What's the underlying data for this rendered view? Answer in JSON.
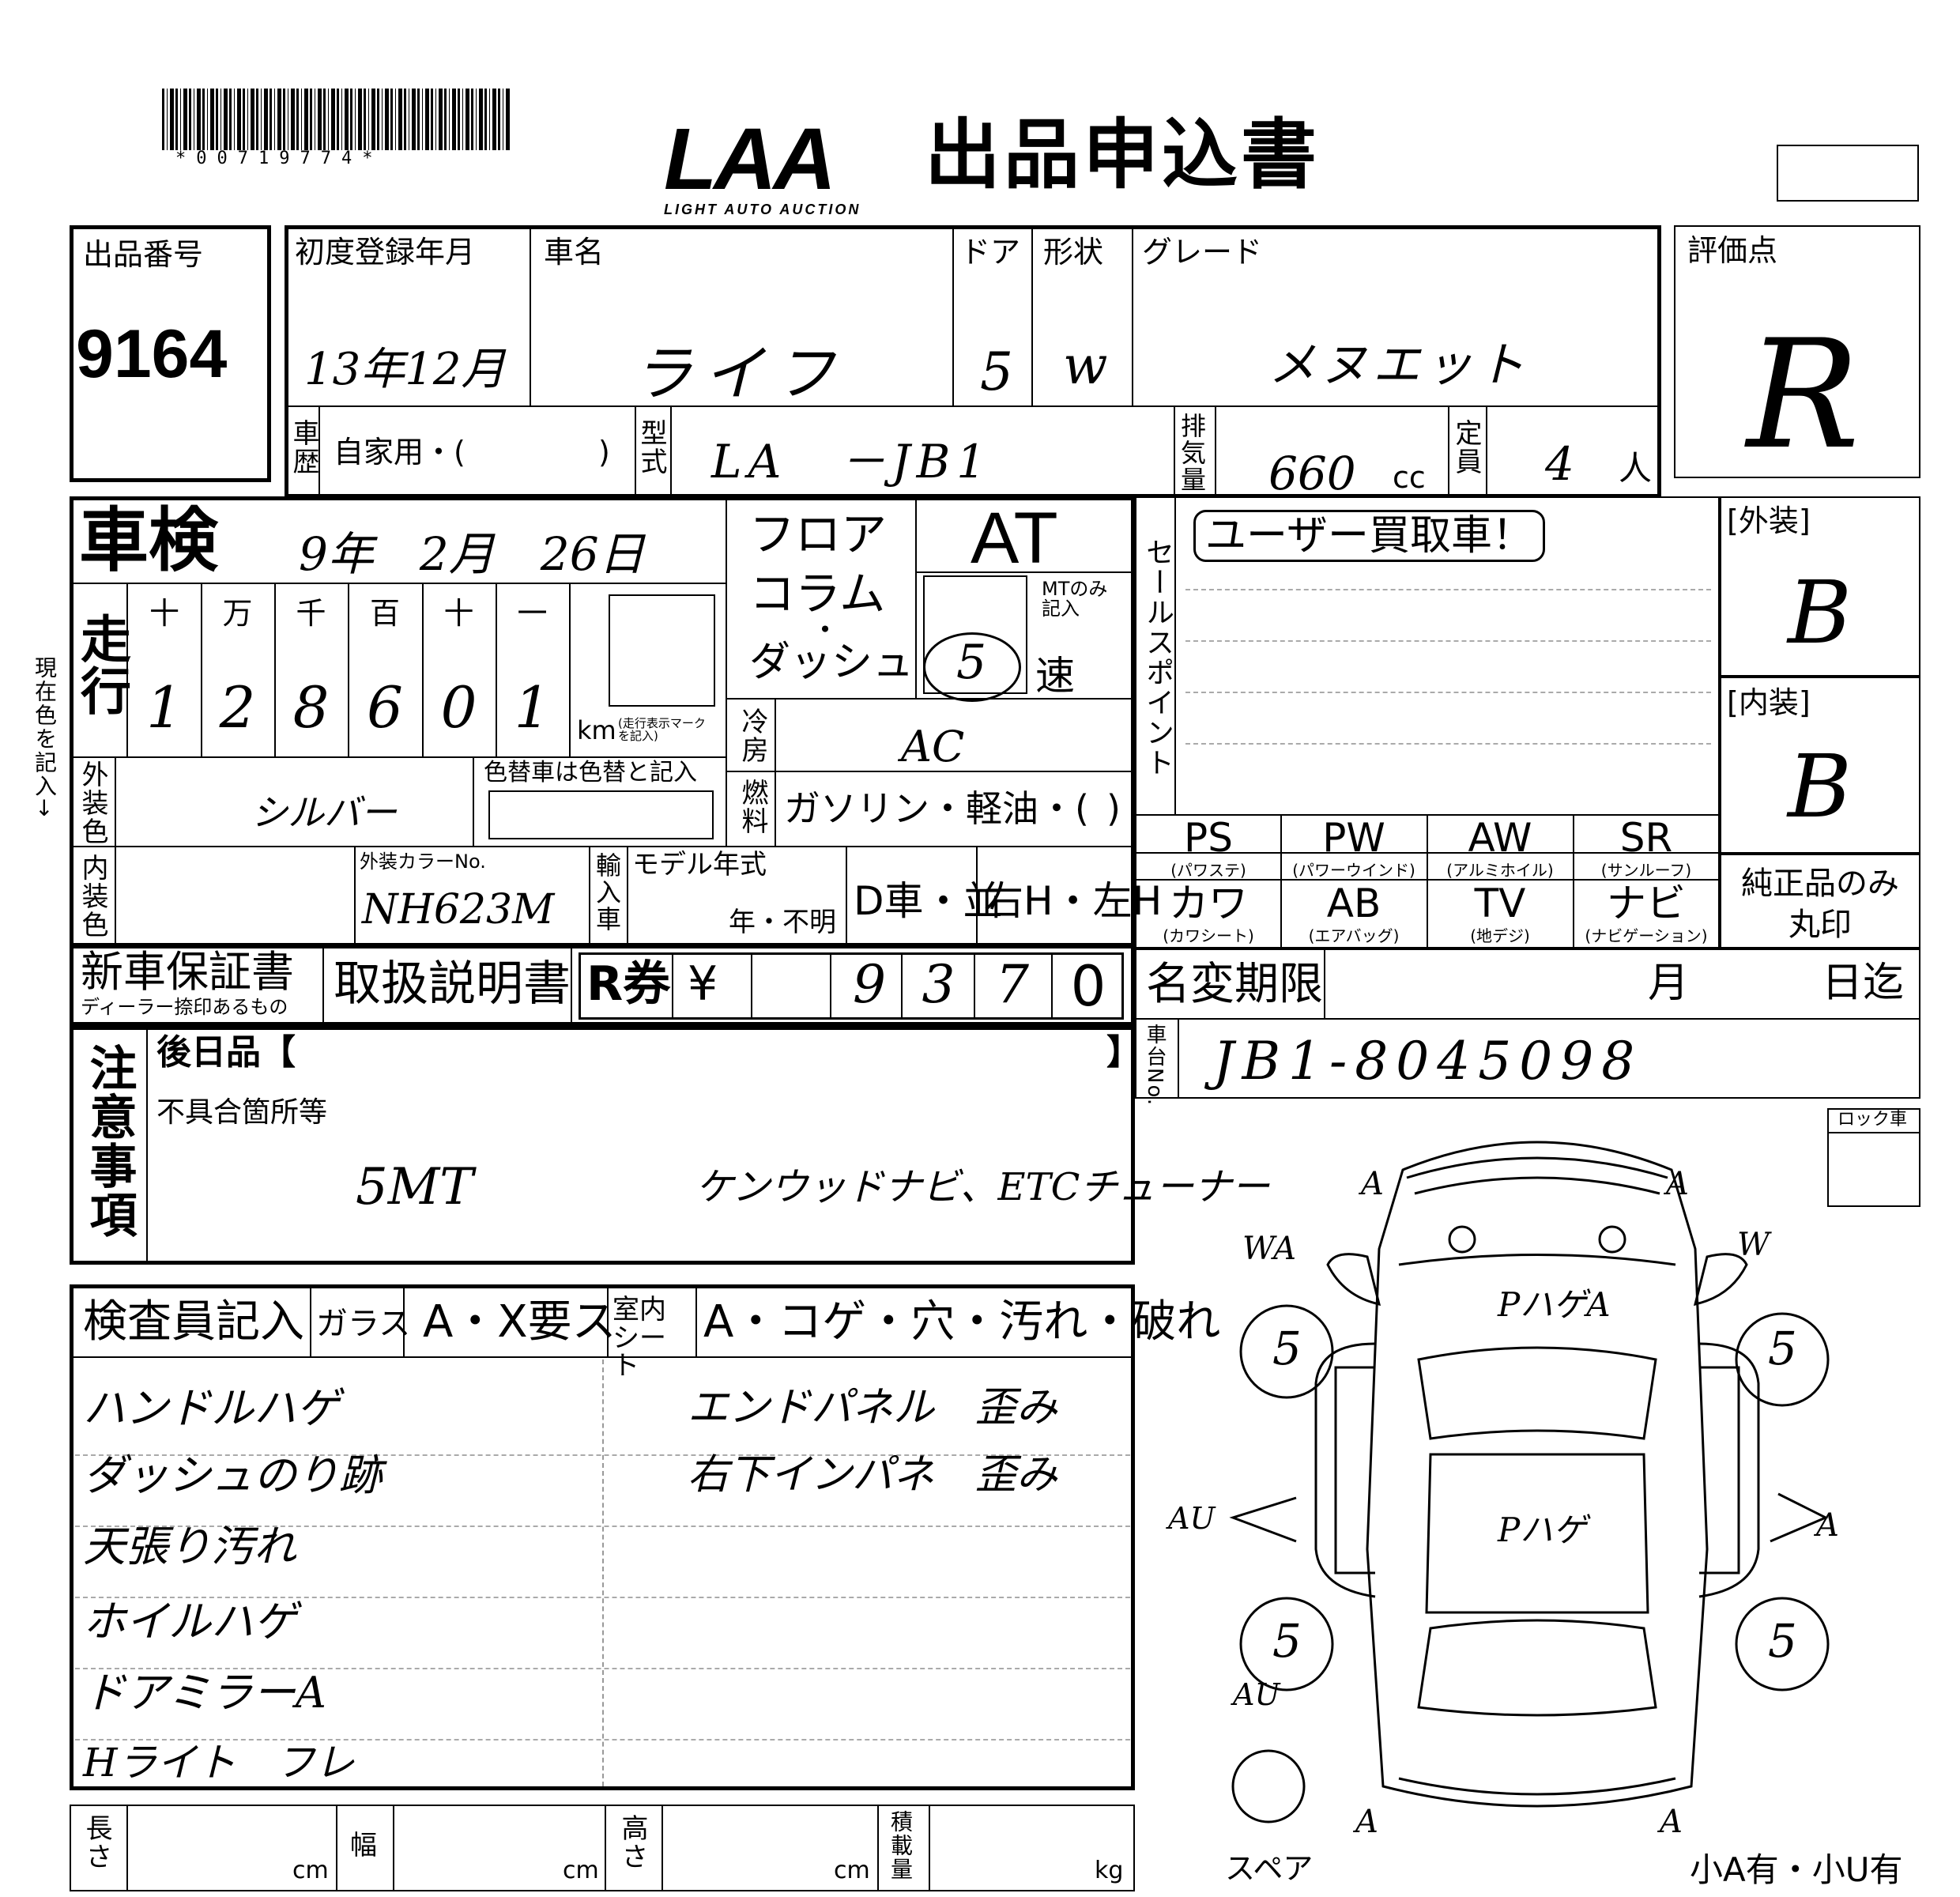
{
  "header": {
    "barcode_text": "*00719774*",
    "logo_text": "LAA",
    "logo_subtext": "LIGHT AUTO AUCTION",
    "form_title": "出品申込書"
  },
  "listing": {
    "label": "出品番号",
    "value": "9164"
  },
  "score": {
    "label": "評価点",
    "value": "R"
  },
  "vehicle": {
    "first_reg_label": "初度登録年月",
    "first_reg_value": "13年12月",
    "name_label": "車名",
    "name_value": "ライフ",
    "door_label": "ドア",
    "door_value": "5",
    "shape_label": "形状",
    "shape_value": "w",
    "grade_label": "グレード",
    "grade_value": "メヌエット",
    "history_label": "車歴",
    "history_options": "自家用・(",
    "history_close": ")",
    "model_label": "型式",
    "model_value": "LA　－JB1",
    "displacement_label": "排気量",
    "displacement_value": "660",
    "displacement_unit": "cc",
    "capacity_label": "定員",
    "capacity_value": "4",
    "capacity_unit": "人"
  },
  "inspection": {
    "label": "車検",
    "value": "9年　2月　26日"
  },
  "transmission": {
    "shifter_floor": "フロア",
    "shifter_column": "コラム",
    "shifter_dot": "・",
    "shifter_dash": "ダッシュ",
    "type": "AT",
    "mt_note": "MTのみ記入",
    "speeds": "5",
    "speed_unit": "速"
  },
  "mileage": {
    "label": "走行",
    "digit_labels": [
      "十",
      "万",
      "千",
      "百",
      "十",
      "一"
    ],
    "digits": [
      "1",
      "2",
      "8",
      "6",
      "0",
      "1"
    ],
    "unit": "km",
    "unit_note": "(走行表示マーク を記入)"
  },
  "side_note": "現在色を記入→",
  "colors": {
    "exterior_label": "外装色",
    "exterior_value": "シルバー",
    "repaint_label": "色替車は色替と記入",
    "interior_label": "内装色",
    "color_no_label": "外装カラーNo.",
    "color_no_value": "NH623M",
    "import_label": "輸入車",
    "model_year_label": "モデル年式",
    "model_year_unit": "年・不明",
    "dealer_label": "D車・並",
    "handle_label": "右H・左H"
  },
  "ac": {
    "label": "冷房",
    "value": "AC"
  },
  "fuel": {
    "label": "燃料",
    "value": "ガソリン・軽油・(",
    "close": ")"
  },
  "sales_point": {
    "label": "セールスポイント",
    "badge": "ユーザー買取車！"
  },
  "exterior_grade": {
    "label": "[外装]",
    "value": "B"
  },
  "interior_grade": {
    "label": "[内装]",
    "value": "B"
  },
  "equipment": [
    {
      "code": "PS",
      "desc": "(パワステ)"
    },
    {
      "code": "PW",
      "desc": "(パワーウインド)"
    },
    {
      "code": "AW",
      "desc": "(アルミホイル)"
    },
    {
      "code": "SR",
      "desc": "(サンルーフ)"
    },
    {
      "code": "カワ",
      "desc": "(カワシート)"
    },
    {
      "code": "AB",
      "desc": "(エアバッグ)"
    },
    {
      "code": "TV",
      "desc": "(地デジ)"
    },
    {
      "code": "ナビ",
      "desc": "(ナビゲーション)"
    }
  ],
  "genuine": {
    "line1": "純正品のみ",
    "line2": "丸印"
  },
  "documents": {
    "warranty": "新車保証書",
    "warranty_note": "ディーラー捺印あるもの",
    "manual": "取扱説明書",
    "recycle_label": "R券",
    "yen": "¥",
    "recycle_digits": [
      "",
      "",
      "9",
      "3",
      "7",
      "0"
    ]
  },
  "name_change": {
    "label": "名変期限",
    "month": "月",
    "day": "日迄"
  },
  "chassis": {
    "label": "車台No.",
    "value": "JB1-8045098"
  },
  "notes": {
    "label": "注意事項",
    "later_items": "後日品【",
    "later_close": "】",
    "defects_label": "不具合箇所等",
    "line1": "5MT",
    "line2": "ケンウッドナビ、ETCチューナー"
  },
  "inspector": {
    "label": "検査員記入",
    "glass_label": "ガラス",
    "glass_value": "A・X要ス",
    "seat_label": "室内シート",
    "seat_value": "A・コゲ・穴・汚れ・破れ",
    "notes_left": [
      "ハンドルハゲ",
      "ダッシュのり跡",
      "天張り汚れ",
      "ホイルハゲ",
      "ドアミラーA",
      "Hライト　フレ"
    ],
    "notes_right": [
      "エンドパネル　歪み",
      "右下インパネ　歪み"
    ]
  },
  "dimensions": {
    "length_label": "長さ",
    "width_label": "幅",
    "height_label": "高さ",
    "load_label": "積載量",
    "cm": "cm",
    "kg": "kg"
  },
  "lock": {
    "label": "ロック車"
  },
  "diagram": {
    "marks": [
      "A",
      "A",
      "WA",
      "W",
      "5",
      "5",
      "5",
      "5",
      "PハゲA",
      "Pハゲ",
      "AU",
      "A",
      "AU",
      "A",
      "A"
    ],
    "spare_label": "スペア",
    "footer": "小A有・小U有"
  }
}
